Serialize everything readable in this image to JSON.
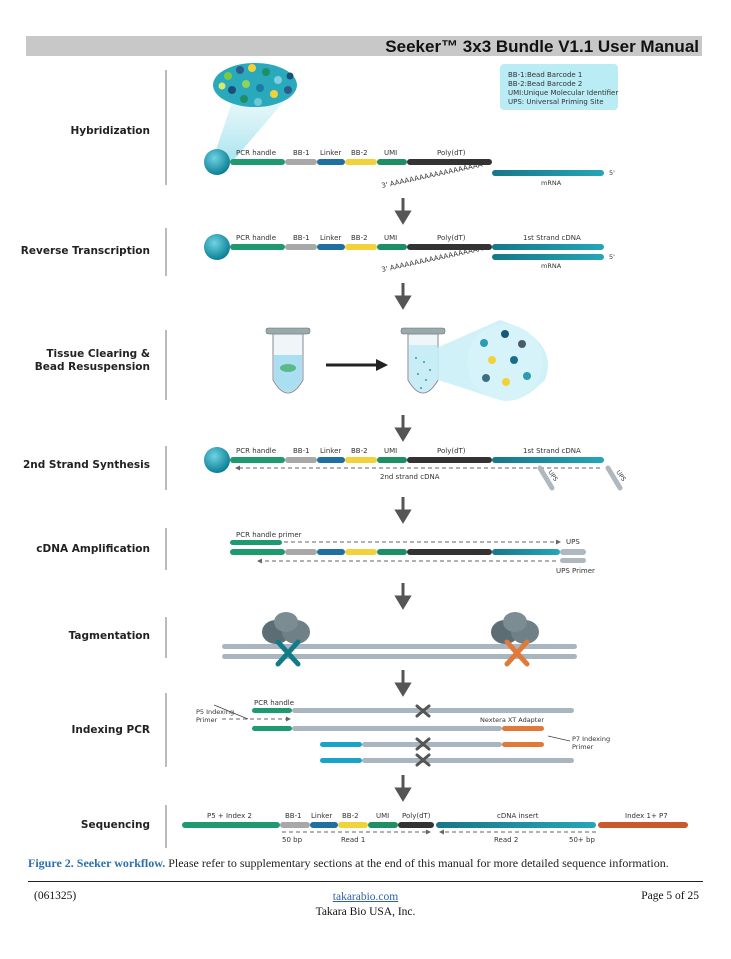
{
  "header": {
    "title": "Seeker™ 3x3 Bundle V1.1 User Manual"
  },
  "legend": {
    "lines": [
      "BB-1:Bead Barcode 1",
      "BB-2:Bead Barcode 2",
      "UMI:Unique Molecular Identifier",
      "UPS: Universal Priming Site"
    ]
  },
  "stages": {
    "hybridization": "Hybridization",
    "reverse_transcription": "Reverse Transcription",
    "tissue_clearing_1": "Tissue Clearing &",
    "tissue_clearing_2": "Bead Resuspension",
    "second_strand": "2nd Strand Synthesis",
    "cdna_amplification": "cDNA Amplification",
    "tagmentation": "Tagmentation",
    "indexing_pcr": "Indexing PCR",
    "sequencing": "Sequencing"
  },
  "segments": {
    "pcr_handle": "PCR handle",
    "bb1": "BB-1",
    "linker": "Linker",
    "bb2": "BB-2",
    "umi": "UMI",
    "polydt": "Poly(dT)",
    "mrna": "mRNA",
    "first_strand": "1st Strand cDNA",
    "polya": "3' AAAAAAAAAAAAAAAAAAA",
    "five_prime": "5'",
    "second_strand_cdna": "2nd strand cDNA",
    "ups": "UPS",
    "pcr_handle_primer": "PCR handle primer",
    "ups_primer": "UPS Primer",
    "p5_primer_1": "P5 Indexing",
    "p5_primer_2": "Primer",
    "nextera": "Nextera XT Adapter",
    "p7_primer_1": "P7 Indexing",
    "p7_primer_2": "Primer",
    "p5_index2": "P5 + Index 2",
    "cdna_insert": "cDNA insert",
    "index1_p7": "Index 1+ P7",
    "bp50": "50 bp",
    "bp50plus": "50+ bp",
    "read1": "Read 1",
    "read2": "Read 2"
  },
  "caption": {
    "lead": "Figure 2. Seeker workflow.",
    "text": " Please refer to supplementary sections at the end of this manual for more detailed sequence information."
  },
  "footer": {
    "code": "(061325)",
    "link": "takarabio.com",
    "company": "Takara Bio USA, Inc.",
    "page": "Page 5 of 25"
  },
  "colors": {
    "pcr_handle": "#1f9a6e",
    "bb1": "#a8a8a8",
    "linker": "#1f6fa0",
    "bb2": "#f2d23a",
    "umi": "#1e8f64",
    "polydt": "#333333",
    "cdna": "#1a8ea0",
    "bead": "#1aa3b8",
    "orange": "#e07a3a"
  }
}
